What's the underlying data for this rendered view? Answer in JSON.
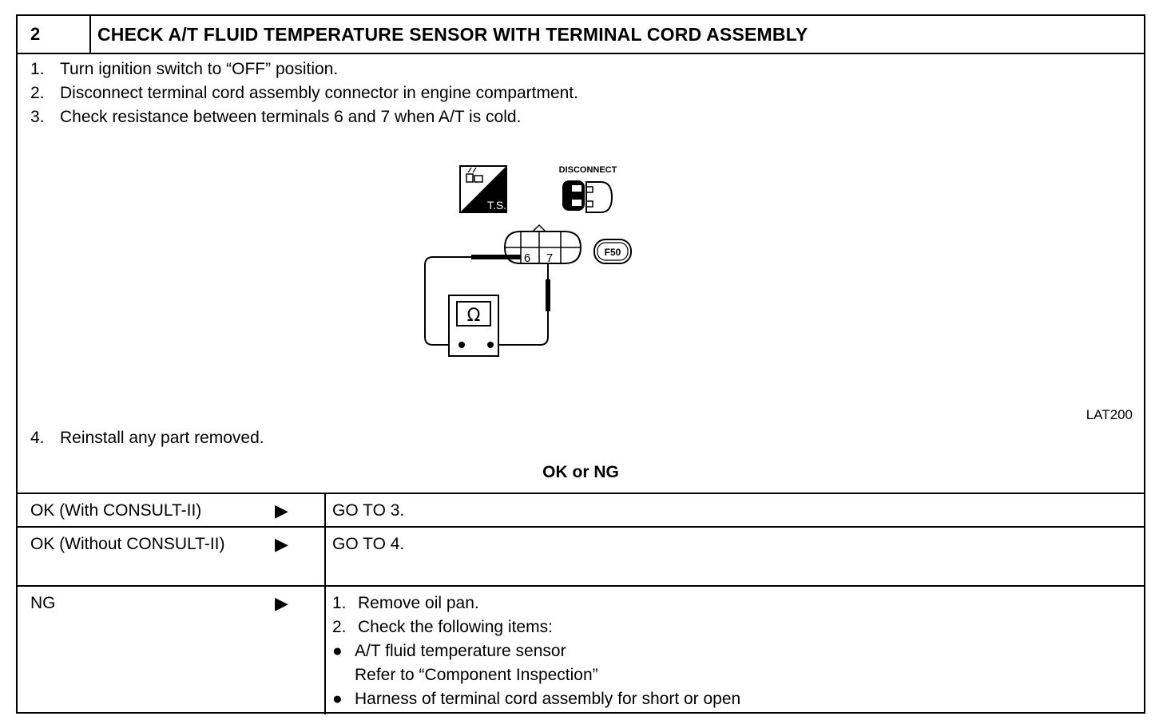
{
  "header": {
    "number": "2",
    "title": "CHECK A/T FLUID TEMPERATURE SENSOR WITH TERMINAL CORD ASSEMBLY"
  },
  "steps": [
    {
      "n": "1.",
      "text": "Turn ignition switch to “OFF” position."
    },
    {
      "n": "2.",
      "text": "Disconnect terminal cord assembly connector in engine compartment."
    },
    {
      "n": "3.",
      "text": "Check resistance between terminals 6 and 7 when A/T is cold."
    }
  ],
  "step4": {
    "n": "4.",
    "text": "Reinstall any part removed."
  },
  "figure": {
    "code": "LAT200",
    "ts_label": "T.S.",
    "disconnect_label": "DISCONNECT",
    "connector_id": "F50",
    "terminal_a": "6",
    "terminal_b": "7",
    "meter_symbol": "Ω"
  },
  "ok_ng": "OK or NG",
  "results": [
    {
      "condition": "OK (With CONSULT-II)",
      "arrow": "▶",
      "action": "GO TO 3."
    },
    {
      "condition": "OK (Without CONSULT-II)",
      "arrow": "▶",
      "action": "GO TO 4."
    },
    {
      "condition": "NG",
      "arrow": "▶",
      "items": [
        {
          "n": "1.",
          "text": "Remove oil pan."
        },
        {
          "n": "2.",
          "text": "Check the following items:"
        }
      ],
      "bullets": [
        {
          "text": "A/T fluid temperature sensor",
          "sub": "Refer to “Component Inspection”"
        },
        {
          "text": "Harness of terminal cord assembly for short or open"
        }
      ]
    }
  ]
}
